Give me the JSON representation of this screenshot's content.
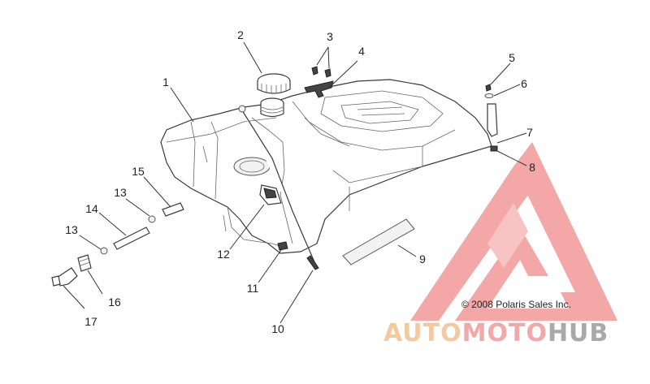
{
  "diagram": {
    "callouts": [
      {
        "id": "1",
        "label": "1"
      },
      {
        "id": "2",
        "label": "2"
      },
      {
        "id": "3",
        "label": "3"
      },
      {
        "id": "4",
        "label": "4"
      },
      {
        "id": "5",
        "label": "5"
      },
      {
        "id": "6",
        "label": "6"
      },
      {
        "id": "7",
        "label": "7"
      },
      {
        "id": "8",
        "label": "8"
      },
      {
        "id": "9",
        "label": "9"
      },
      {
        "id": "10",
        "label": "10"
      },
      {
        "id": "11",
        "label": "11"
      },
      {
        "id": "12",
        "label": "12"
      },
      {
        "id": "13a",
        "label": "13"
      },
      {
        "id": "13b",
        "label": "13"
      },
      {
        "id": "14",
        "label": "14"
      },
      {
        "id": "15",
        "label": "15"
      },
      {
        "id": "16",
        "label": "16"
      },
      {
        "id": "17",
        "label": "17"
      }
    ],
    "copyright": "© 2008 Polaris Sales Inc."
  },
  "watermark": {
    "part1": "AUTO",
    "part2": "MOTO",
    "part3": "HUB",
    "colors": {
      "auto": "#f3c9a0",
      "moto": "#f0a8a8",
      "hub": "#a9a9a9",
      "logo": "#f08080"
    }
  }
}
